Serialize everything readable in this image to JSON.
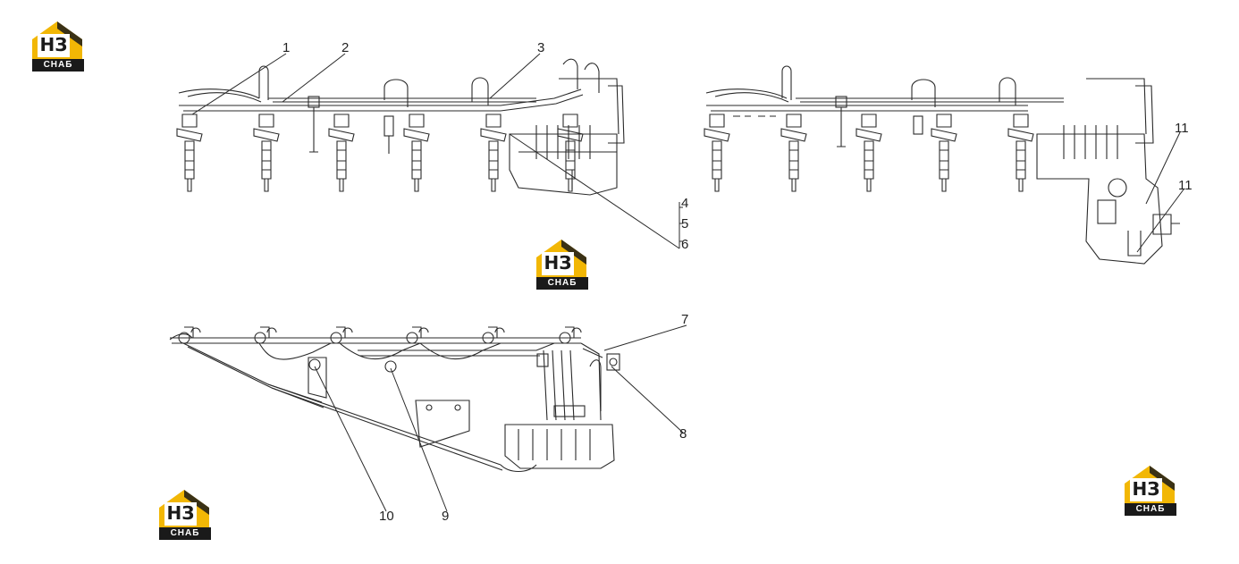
{
  "logos": [
    {
      "id": "logo-top-left",
      "letters": "НЗ",
      "caption": "СНАБ",
      "color": "#f2b705"
    },
    {
      "id": "logo-center",
      "letters": "НЗ",
      "caption": "СНАБ",
      "color": "#f2b705"
    },
    {
      "id": "logo-bottom-left",
      "letters": "НЗ",
      "caption": "СНАБ",
      "color": "#f2b705"
    },
    {
      "id": "logo-bottom-right",
      "letters": "НЗ",
      "caption": "СНАБ",
      "color": "#f2b705"
    }
  ],
  "callouts": {
    "c1": "1",
    "c2": "2",
    "c3": "3",
    "c4": "4",
    "c5": "5",
    "c6": "6",
    "c7": "7",
    "c8": "8",
    "c9": "9",
    "c10": "10",
    "c11a": "11",
    "c11b": "11"
  },
  "colors": {
    "line": "#2a2a2a",
    "accent": "#f2b705"
  }
}
